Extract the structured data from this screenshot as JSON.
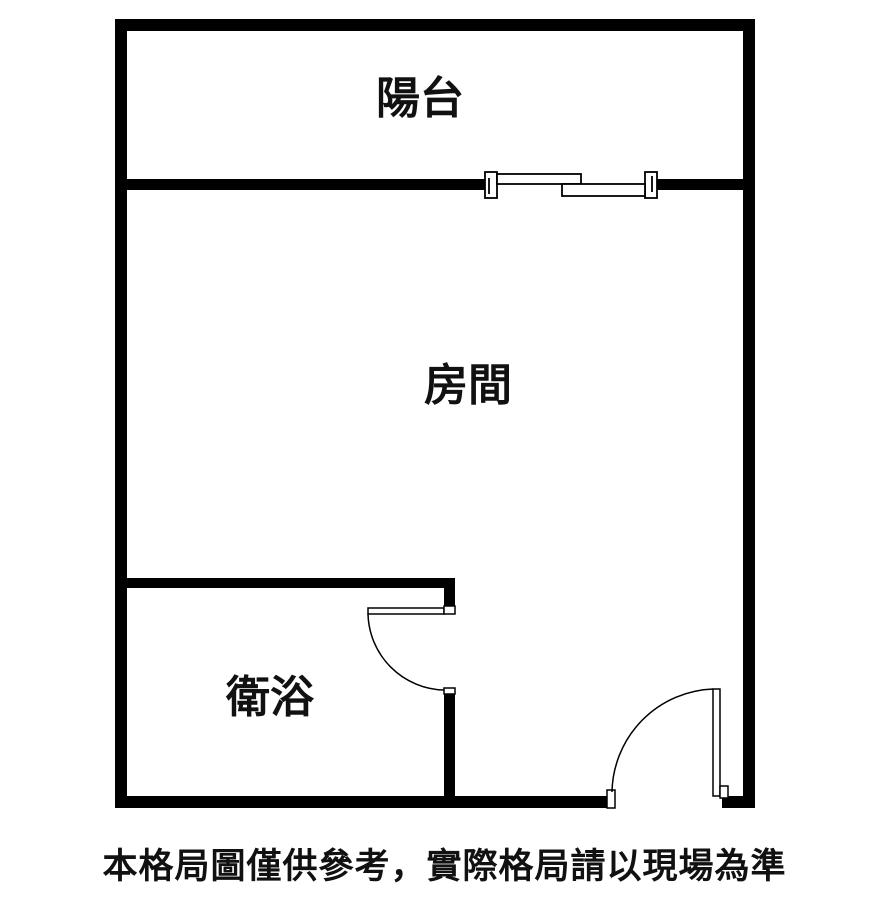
{
  "rooms": {
    "balcony": "陽台",
    "room": "房間",
    "bathroom": "衛浴"
  },
  "disclaimer": "本格局圖僅供參考，實際格局請以現場為準",
  "colors": {
    "wall": "#000000",
    "background": "#ffffff",
    "text": "#111111"
  }
}
